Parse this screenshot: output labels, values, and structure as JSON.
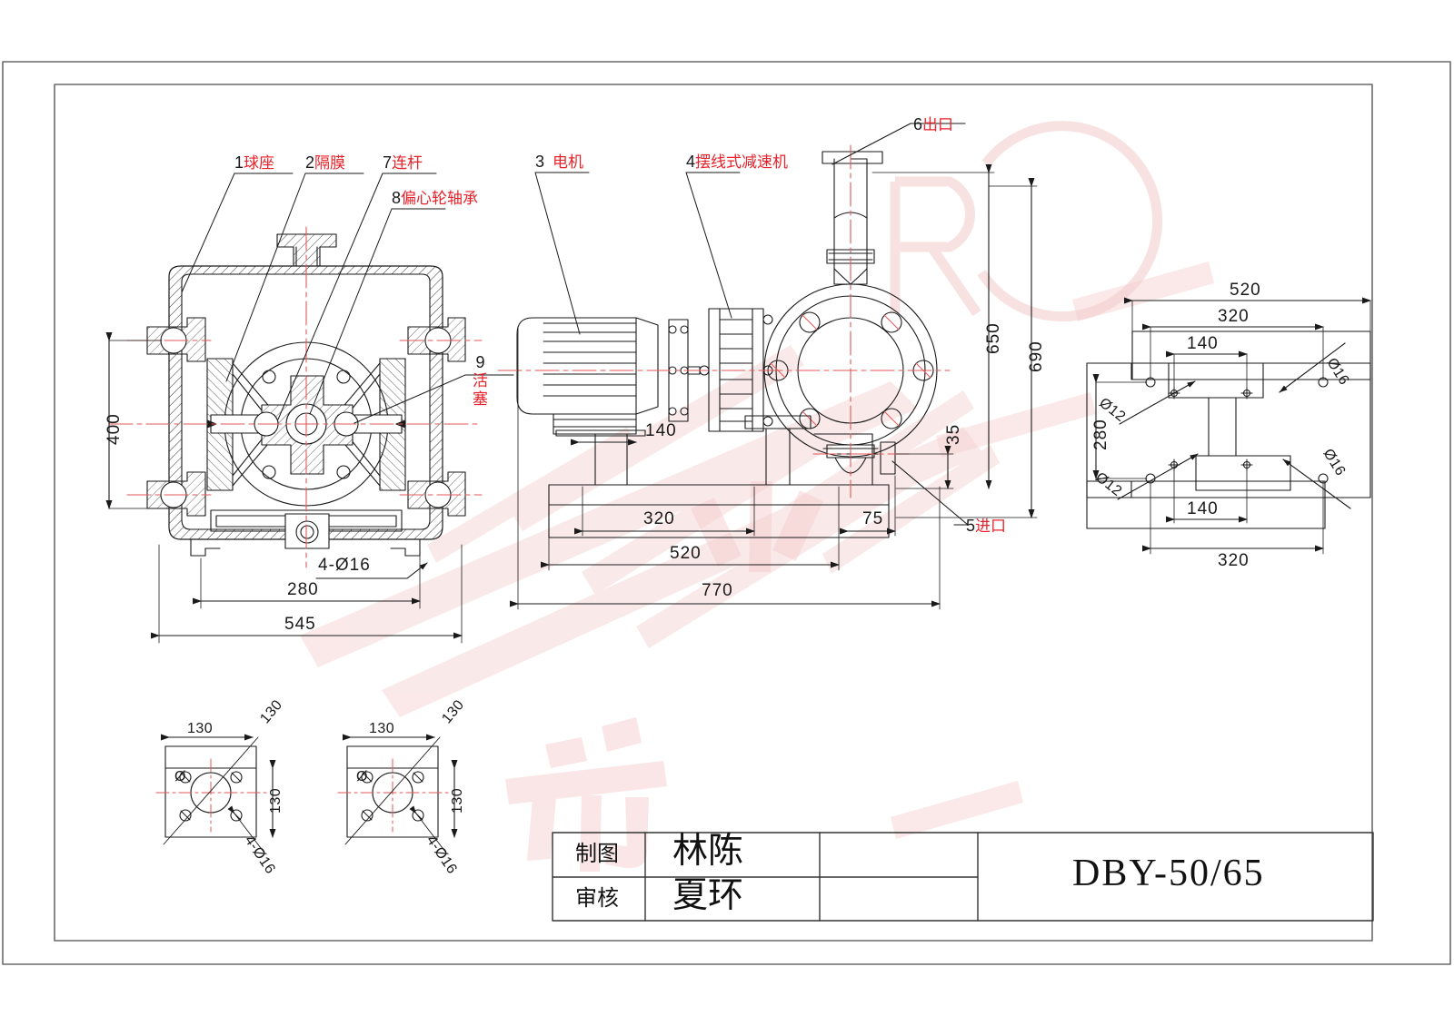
{
  "sheet": {
    "title_code": "DBY-50/65"
  },
  "callouts": [
    {
      "id": "c1",
      "num": "1",
      "text": "球座"
    },
    {
      "id": "c2",
      "num": "2",
      "text": "隔膜"
    },
    {
      "id": "c7",
      "num": "7",
      "text": "连杆"
    },
    {
      "id": "c8",
      "num": "8",
      "text": "偏心轮轴承"
    },
    {
      "id": "c3",
      "num": "3",
      "text": "电机"
    },
    {
      "id": "c4",
      "num": "4",
      "text": "摆线式减速机"
    },
    {
      "id": "c6",
      "num": "6",
      "text": "出口"
    },
    {
      "id": "c5",
      "num": "5",
      "text": "进口"
    },
    {
      "id": "c9",
      "num": "9",
      "text": "活塞",
      "line1": "活",
      "line2": "塞"
    }
  ],
  "front_view": {
    "dim_height": "400",
    "dim_bolt_span": "280",
    "dim_overall_width": "545",
    "dim_holes": "4-Ø16"
  },
  "side_view": {
    "dim_motor_base": "140",
    "dim_base_bolts": "320",
    "dim_base_len": "520",
    "dim_overall_len": "770",
    "dim_inlet_offset": "75",
    "dim_inlet_height": "35",
    "dim_to_outlet": "650",
    "dim_overall_height": "690"
  },
  "plan_view": {
    "dim_width_outer": "520",
    "dim_width_mid": "320",
    "dim_width_inner_top": "140",
    "dim_width_inner_bottom": "140",
    "dim_width_mid_bottom": "320",
    "dim_depth": "280",
    "hole_d12_a": "Ø12",
    "hole_d12_b": "Ø12",
    "hole_d16_a": "Ø16",
    "hole_d16_b": "Ø16"
  },
  "flange_details": [
    {
      "name": "flange-detail-left",
      "dim_w": "130",
      "dim_h": "130",
      "dim_diag": "130",
      "holes": "4-Ø16",
      "dia_mark": "Ø"
    },
    {
      "name": "flange-detail-right",
      "dim_w": "130",
      "dim_h": "130",
      "dim_diag": "130",
      "holes": "4-Ø16",
      "dia_mark": "Ø"
    }
  ],
  "title_block": {
    "row1_label": "制图",
    "row1_value": "林陈",
    "row2_label": "审核",
    "row2_value": "夏环",
    "drawing_title": "DBY-50/65"
  },
  "colors": {
    "line": "#1a1a1a",
    "center_line": "#e05a5a",
    "callout_text": "#e8222a",
    "frame": "#555555",
    "watermark": "#f6cfcf"
  }
}
